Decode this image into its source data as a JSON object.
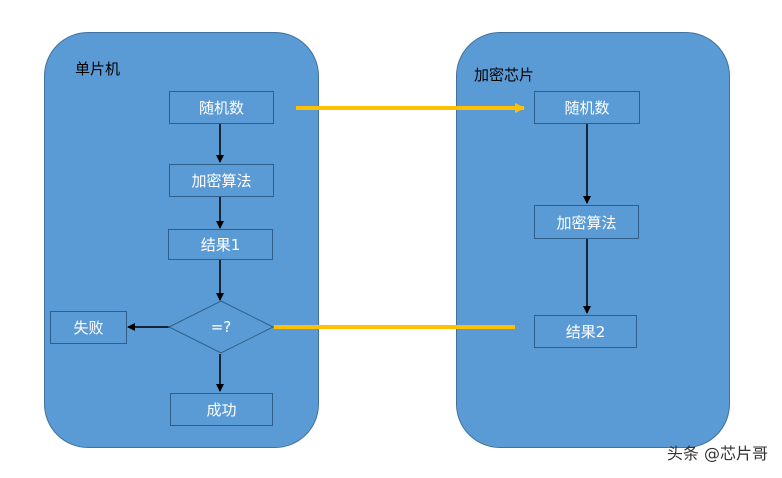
{
  "mcu": {
    "title": "单片机",
    "random_label": "随机数",
    "encrypt_label": "加密算法",
    "result_label": "结果1",
    "compare_label": "=?",
    "fail_label": "失败",
    "success_label": "成功"
  },
  "chip": {
    "title": "加密芯片",
    "random_label": "随机数",
    "encrypt_label": "加密算法",
    "result_label": "结果2"
  },
  "watermark": "头条 @芯片哥",
  "colors": {
    "panel_fill": "#5b9bd5",
    "box_border": "#2e5f8a",
    "connector_arrow": "#ffc000",
    "flow_arrow": "#000000"
  }
}
